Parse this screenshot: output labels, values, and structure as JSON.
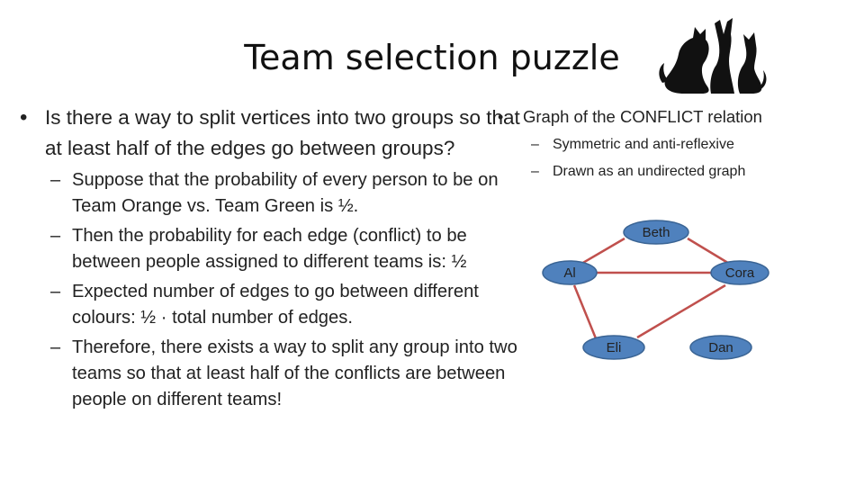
{
  "slide": {
    "title": "Team selection puzzle",
    "left": {
      "question": "Is there a way to split vertices into two groups so  that at least half of the edges go between groups?",
      "subpoints": [
        "Suppose that the probability of every person to be on Team Orange vs. Team Green is ½.",
        "Then the probability for each edge (conflict) to be between people assigned to different teams is:   ½",
        "Expected number of edges to go between different colours:  ½ · total number of edges.",
        "Therefore,  there exists a way to split any group into two teams so that at least half of the conflicts are between people on different teams!"
      ]
    },
    "right": {
      "heading": "Graph of the CONFLICT relation",
      "subpoints": [
        "Symmetric and anti-reflexive",
        "Drawn as an undirected graph"
      ]
    },
    "graph": {
      "nodes": [
        "Beth",
        "Al",
        "Cora",
        "Eli",
        "Dan"
      ],
      "colors": {
        "node_fill": "#4f81bd",
        "node_stroke": "#3a6494",
        "edge": "#c0504d"
      }
    },
    "icons": {
      "decoration": "cats-silhouette-icon"
    }
  }
}
